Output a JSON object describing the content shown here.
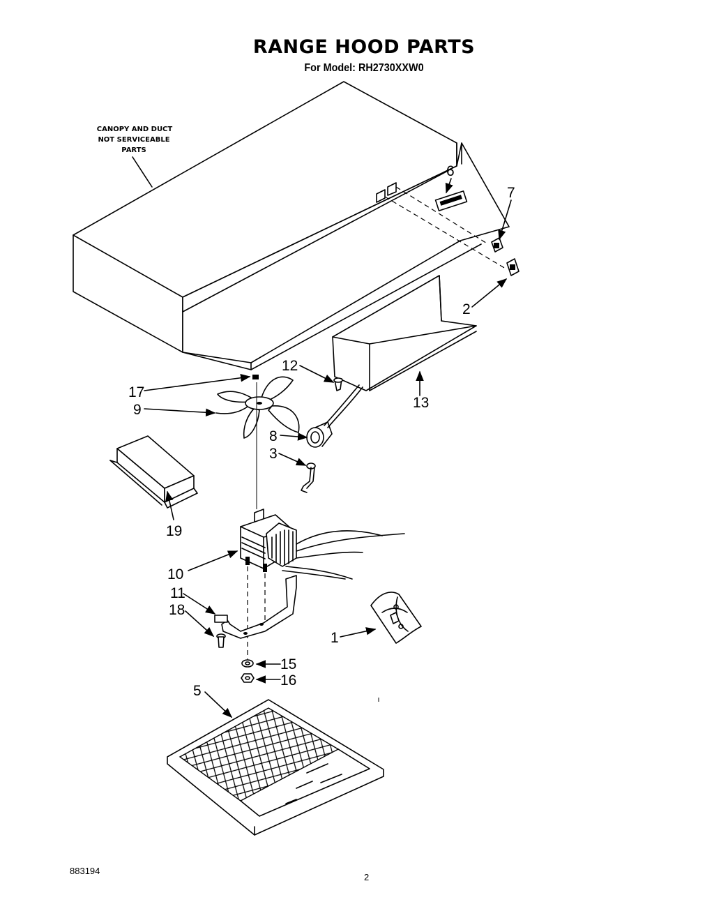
{
  "header": {
    "title": "RANGE HOOD PARTS",
    "subtitle": "For Model: RH2730XXW0"
  },
  "note": {
    "line1": "CANOPY AND DUCT",
    "line2": "NOT SERVICEABLE",
    "line3": "PARTS"
  },
  "callouts": {
    "c1": "1",
    "c2": "2",
    "c3": "3",
    "c5": "5",
    "c6": "6",
    "c7": "7",
    "c8": "8",
    "c9": "9",
    "c10": "10",
    "c11": "11",
    "c12": "12",
    "c13": "13",
    "c15": "15",
    "c16": "16",
    "c17": "17",
    "c18": "18",
    "c19": "19"
  },
  "footer": {
    "doc_number": "883194",
    "page_number": "2"
  }
}
